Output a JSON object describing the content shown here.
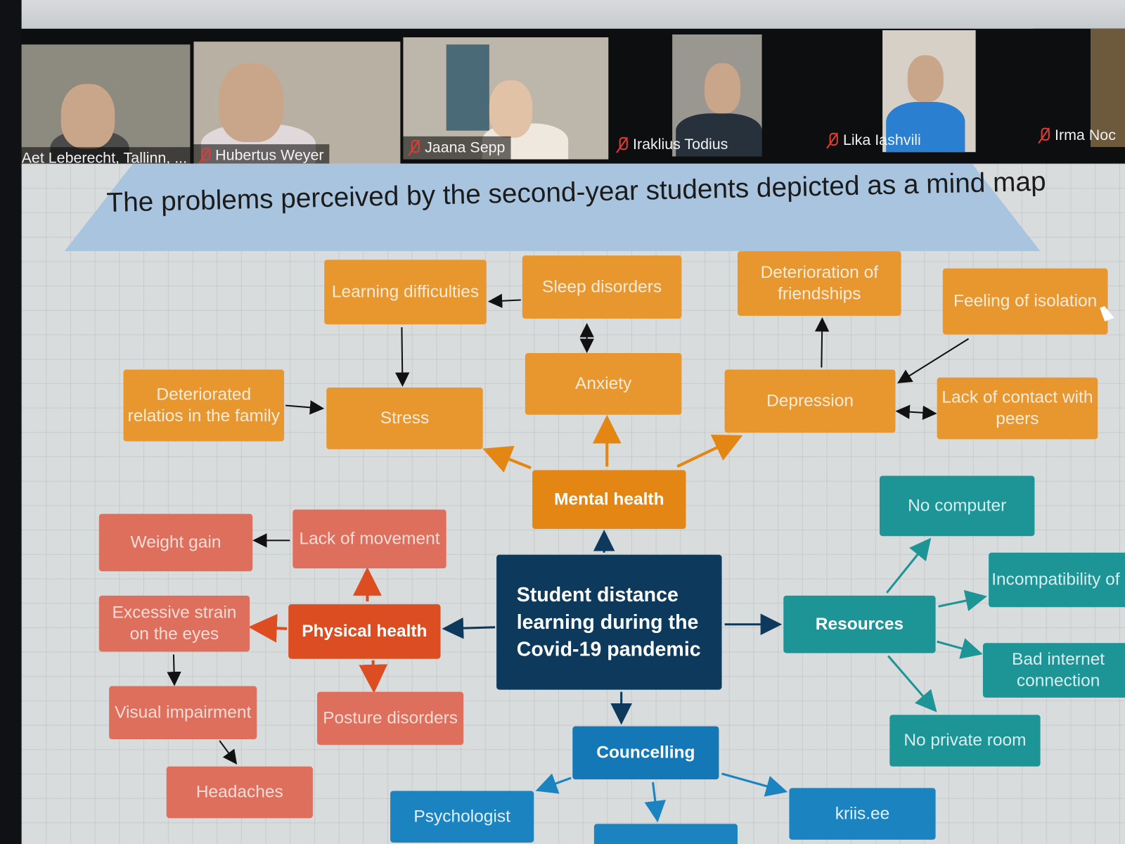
{
  "participants": [
    {
      "name": "Aet Leberecht, Tallinn, ...",
      "muted": true
    },
    {
      "name": "Hubertus Weyer",
      "muted": true
    },
    {
      "name": "Jaana Sepp",
      "muted": true
    },
    {
      "name": "Iraklius Todius",
      "muted": true
    },
    {
      "name": "Lika Iashvili",
      "muted": true
    },
    {
      "name": "Irma Noc",
      "muted": true
    }
  ],
  "slide": {
    "title": "The problems perceived by the second-year students depicted as a mind map",
    "center": "Student distance learning during the Covid-19 pandemic",
    "mental": {
      "label": "Mental health",
      "items": {
        "learning": "Learning difficulties",
        "sleep": "Sleep disorders",
        "friendships": "Deterioration of friendships",
        "isolation": "Feeling of isolation",
        "family": "Deteriorated relatios in the family",
        "stress": "Stress",
        "anxiety": "Anxiety",
        "depression": "Depression",
        "contact": "Lack of contact with peers"
      }
    },
    "physical": {
      "label": "Physical health",
      "items": {
        "weight": "Weight gain",
        "movement": "Lack of movement",
        "eyes": "Excessive strain on the eyes",
        "visual": "Visual impairment",
        "posture": "Posture disorders",
        "headaches": "Headaches"
      }
    },
    "resources": {
      "label": "Resources",
      "items": {
        "computer": "No computer",
        "incompat": "Incompatibility of smart devices",
        "internet": "Bad internet connection",
        "room": "No private room"
      }
    },
    "counselling": {
      "label": "Councelling",
      "items": {
        "psychologist": "Psychologist",
        "kriis": "kriis.ee"
      }
    }
  },
  "colors": {
    "mental": "#e8972f",
    "physical": "#de6f5c",
    "resources": "#1d9496",
    "counselling": "#1b84c0",
    "center": "#0d3a5c"
  }
}
